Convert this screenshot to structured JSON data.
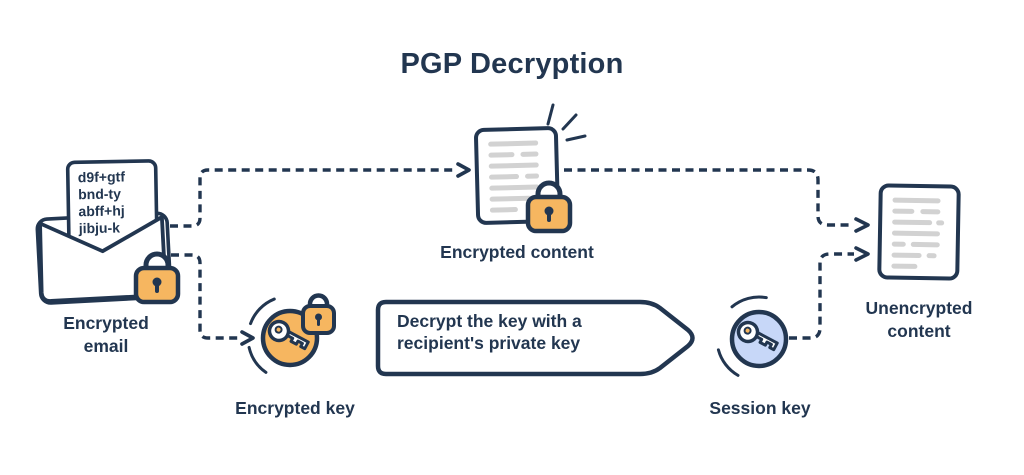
{
  "title": "PGP Decryption",
  "colors": {
    "navy": "#223650",
    "orange": "#f6b660",
    "session_blue": "#c7d7f8",
    "doc_line_gray": "#d2d2d2",
    "background": "#ffffff"
  },
  "nodes": {
    "encrypted_email": {
      "label": "Encrypted email",
      "ciphertext": [
        "d9f+gtf",
        "bnd-ty",
        "abff+hj",
        "jibju-k"
      ]
    },
    "encrypted_content": {
      "label": "Encrypted content"
    },
    "encrypted_key": {
      "label": "Encrypted key"
    },
    "decrypt_step": {
      "line1": "Decrypt the key with a",
      "line2": "recipient's private key"
    },
    "session_key": {
      "label": "Session key"
    },
    "unencrypted_content": {
      "label": "Unencrypted content"
    }
  },
  "icons": {
    "envelope": "envelope-icon",
    "lock": "lock-icon",
    "key": "key-icon",
    "document": "document-icon",
    "sparkle": "sparkle-marks"
  }
}
